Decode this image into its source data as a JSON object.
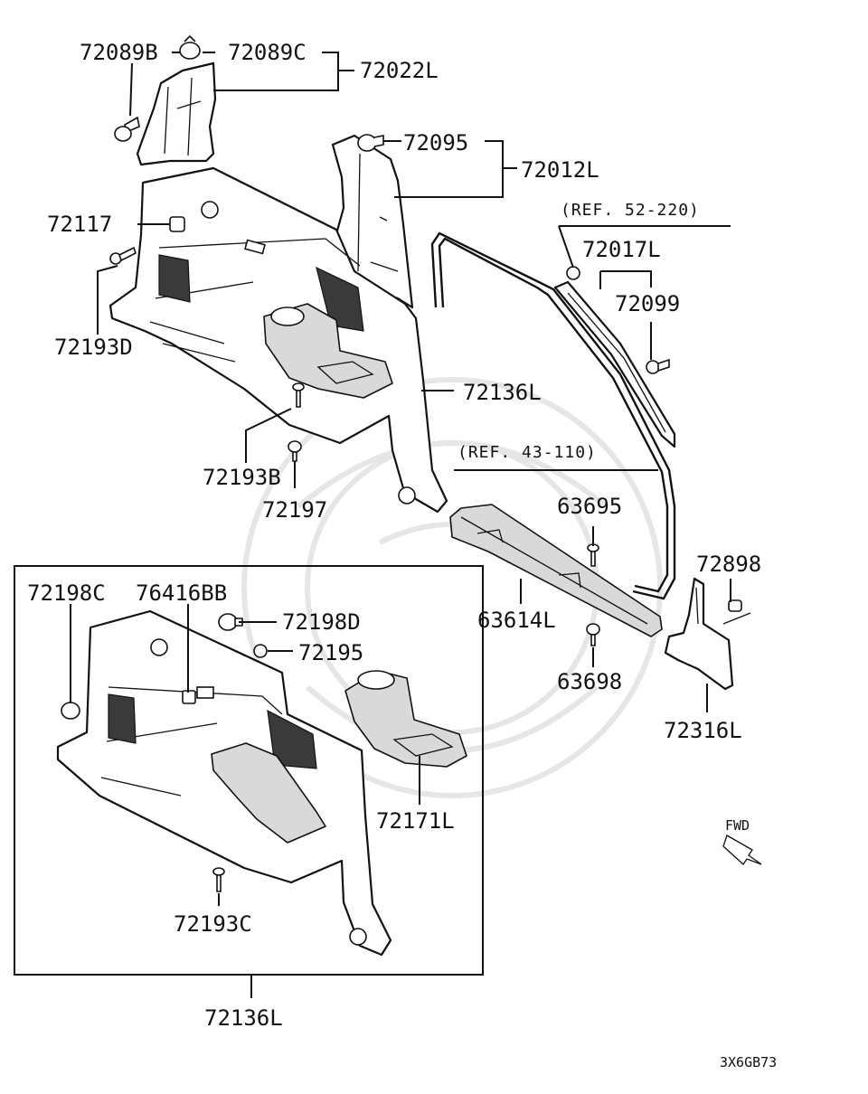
{
  "labels": {
    "p72089B": "72089B",
    "p72089C": "72089C",
    "p72022L": "72022L",
    "p72095": "72095",
    "p72012L": "72012L",
    "p72117": "72117",
    "ref52": "(REF. 52-220)",
    "p72017L": "72017L",
    "p72099": "72099",
    "p72193D": "72193D",
    "p72136L_top": "72136L",
    "p72193B": "72193B",
    "ref43": "(REF. 43-110)",
    "p72197": "72197",
    "p63695": "63695",
    "p72898": "72898",
    "p72198C": "72198C",
    "p76416BB": "76416BB",
    "p72198D": "72198D",
    "p63614L": "63614L",
    "p72195": "72195",
    "p63698": "63698",
    "p72316L": "72316L",
    "p72171L": "72171L",
    "fwd": "FWD",
    "p72193C": "72193C",
    "p72136L_bottom": "72136L",
    "diagram_code": "3X6GB73"
  }
}
